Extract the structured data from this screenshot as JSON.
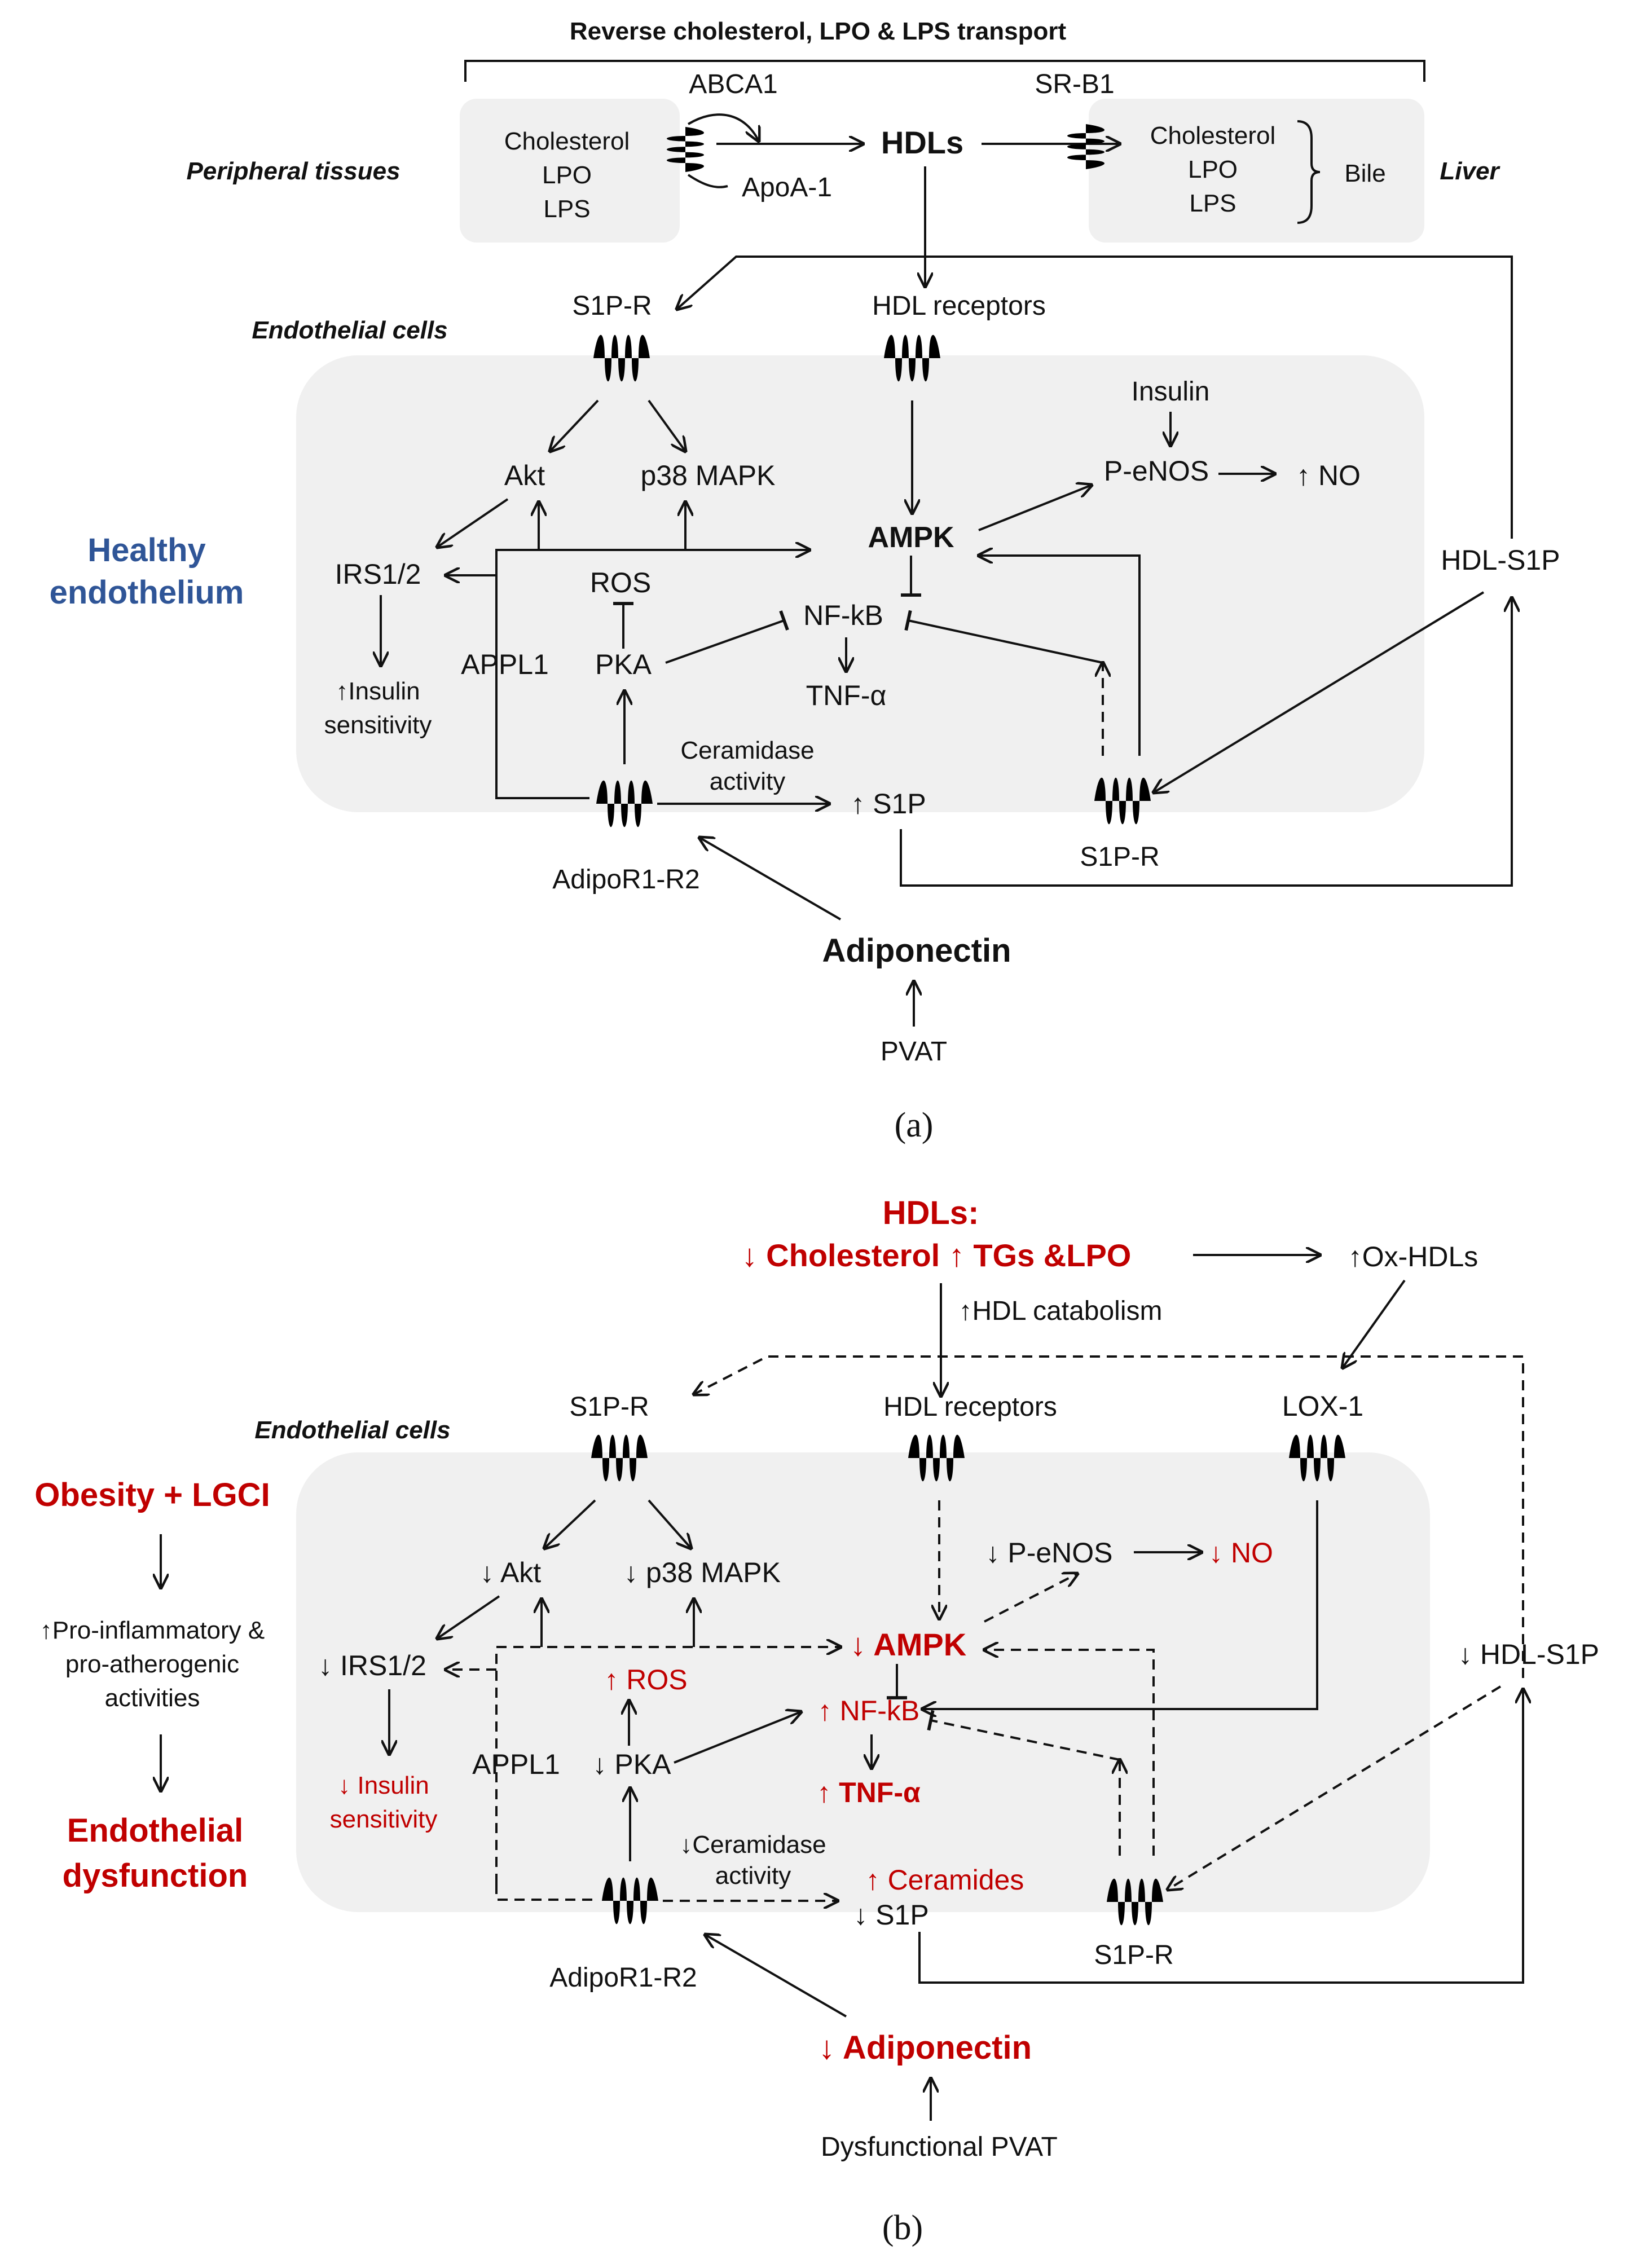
{
  "colors": {
    "healthy": "#2f5597",
    "disease": "#c00000",
    "panel": "#f0f0f0",
    "receptor": "#c29a16"
  },
  "panel_a": {
    "caption": "(a)",
    "top_title": "Reverse cholesterol, LPO & LPS transport",
    "abca1": "ABCA1",
    "srb1": "SR-B1",
    "peripheral_tissues": "Peripheral tissues",
    "liver": "Liver",
    "periph_items": [
      "Cholesterol",
      "LPO",
      "LPS"
    ],
    "liver_items": [
      "Cholesterol",
      "LPO",
      "LPS"
    ],
    "apoa1": "ApoA-1",
    "hdls": "HDLs",
    "bile": "Bile",
    "s1p_r_top": "S1P-R",
    "hdl_receptors": "HDL receptors",
    "endothelial_cells": "Endothelial cells",
    "healthy_endothelium": [
      "Healthy",
      "endothelium"
    ],
    "insulin": "Insulin",
    "akt": "Akt",
    "p38": "p38 MAPK",
    "peNOS": "P-eNOS",
    "no": "↑ NO",
    "ampk": "AMPK",
    "hdl_s1p": "HDL-S1P",
    "irs": "IRS1/2",
    "ros": "ROS",
    "nfkb": "NF-kB",
    "appl1": "APPL1",
    "pka": "PKA",
    "tnf": "TNF-α",
    "insulin_sens": [
      "↑Insulin",
      "sensitivity"
    ],
    "ceramidase": [
      "Ceramidase",
      "activity"
    ],
    "s1p": "↑ S1P",
    "s1p_r_bottom": "S1P-R",
    "adipor": "AdipoR1-R2",
    "adiponectin": "Adiponectin",
    "pvat": "PVAT"
  },
  "panel_b": {
    "caption": "(b)",
    "hdls_title": "HDLs:",
    "hdls_sub": "↓ Cholesterol ↑ TGs &LPO",
    "ox_hdls": "↑Ox-HDLs",
    "hdl_catabolism": "↑HDL catabolism",
    "s1p_r_top": "S1P-R",
    "hdl_receptors": "HDL receptors",
    "lox1": "LOX-1",
    "endothelial_cells": "Endothelial cells",
    "obesity": "Obesity + LGCI",
    "pro_inflam": [
      "↑Pro-inflammatory &",
      "pro-atherogenic",
      "activities"
    ],
    "endo_dys": [
      "Endothelial",
      "dysfunction"
    ],
    "akt": "↓ Akt",
    "p38": "↓ p38 MAPK",
    "peNOS": "↓ P-eNOS",
    "no": "↓ NO",
    "irs": "↓ IRS1/2",
    "ampk": "↓ AMPK",
    "hdl_s1p": "↓ HDL-S1P",
    "ros": "↑ ROS",
    "nfkb": "↑ NF-kB",
    "appl1": "APPL1",
    "pka": "↓ PKA",
    "tnf": "↑ TNF-α",
    "insulin_sens": [
      "↓ Insulin",
      "sensitivity"
    ],
    "ceramidase": [
      "↓Ceramidase",
      "activity"
    ],
    "ceramides": "↑ Ceramides",
    "s1p": "↓ S1P",
    "s1p_r_bottom": "S1P-R",
    "adipor": "AdipoR1-R2",
    "adiponectin": "↓ Adiponectin",
    "pvat": "Dysfunctional PVAT"
  }
}
